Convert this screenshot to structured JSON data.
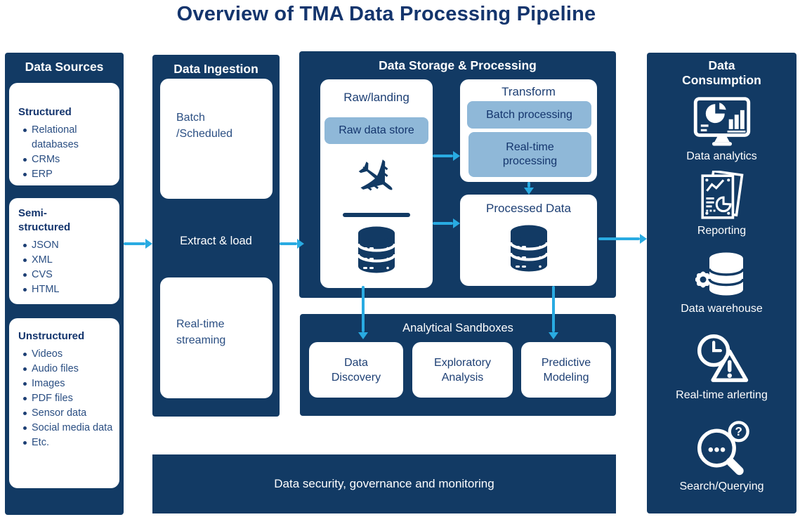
{
  "title": "Overview of TMA Data Processing Pipeline",
  "colors": {
    "navy": "#123A64",
    "light_blue": "#8FB8D8",
    "arrow_cyan": "#29ABE2",
    "title_navy": "#14356D",
    "body_text": "#2A4E82",
    "white": "#FFFFFF"
  },
  "data_sources": {
    "header": "Data Sources",
    "groups": [
      {
        "label": "Structured",
        "items": [
          "Relational databases",
          "CRMs",
          "ERP"
        ]
      },
      {
        "label": "Semi-structured",
        "items": [
          "JSON",
          "XML",
          "CVS",
          "HTML"
        ]
      },
      {
        "label": "Unstructured",
        "items": [
          "Videos",
          "Audio files",
          "Images",
          "PDF files",
          "Sensor data",
          "Social media data",
          "Etc."
        ]
      }
    ]
  },
  "data_ingestion": {
    "header": "Data Ingestion",
    "batch_label": "Batch /Scheduled",
    "extract_label": "Extract & load",
    "realtime_label": "Real-time streaming"
  },
  "storage": {
    "header": "Data Storage & Processing",
    "raw_landing": {
      "title": "Raw/landing",
      "store_chip": "Raw data store"
    },
    "transform": {
      "title": "Transform",
      "batch_chip": "Batch processing",
      "realtime_chip": "Real-time processing"
    },
    "processed": {
      "title": "Processed Data"
    }
  },
  "sandboxes": {
    "header": "Analytical Sandboxes",
    "boxes": [
      "Data Discovery",
      "Exploratory Analysis",
      "Predictive Modeling"
    ]
  },
  "security_bar": "Data security, governance and monitoring",
  "consumption": {
    "header": "Data Consumption",
    "items": [
      {
        "icon": "data-analytics-icon",
        "label": "Data analytics"
      },
      {
        "icon": "reporting-icon",
        "label": "Reporting"
      },
      {
        "icon": "data-warehouse-icon",
        "label": "Data warehouse"
      },
      {
        "icon": "real-time-alerting-icon",
        "label": "Real-time arlerting"
      },
      {
        "icon": "search-querying-icon",
        "label": "Search/Querying"
      }
    ]
  },
  "icons": {
    "plane_landing_glyph": "✈",
    "search_badge_glyph": "?",
    "plane_landing": "plane-landing-icon",
    "database": "database-cylinder-icon",
    "data_analytics": "monitor-with-charts",
    "reporting": "documents-with-charts",
    "data_warehouse": "database-with-gear",
    "real_time_alerting": "clock-with-warning-triangle",
    "search_querying": "magnifier-with-question"
  }
}
